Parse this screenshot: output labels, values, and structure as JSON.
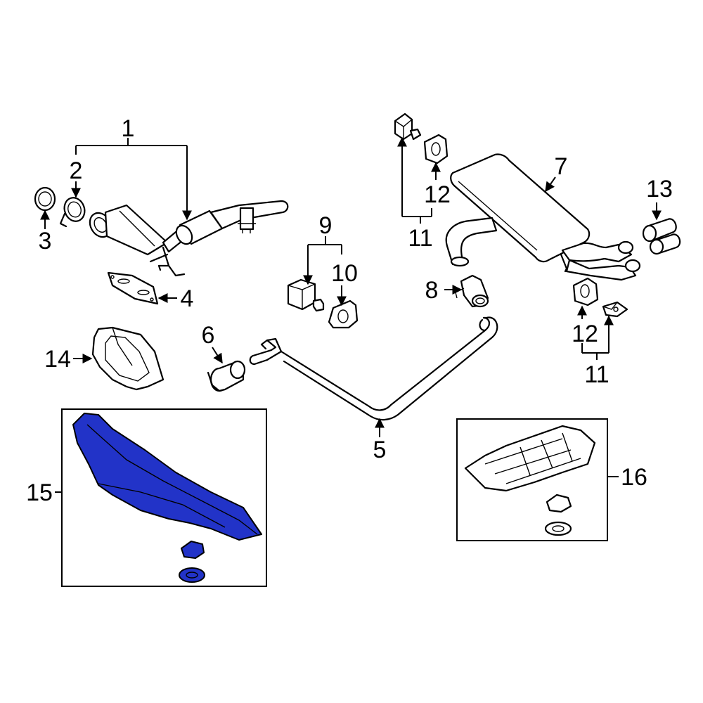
{
  "highlight_color": "#2233c8",
  "highlighted_part": "15",
  "callouts": {
    "c1": "1",
    "c2": "2",
    "c3": "3",
    "c4": "4",
    "c5": "5",
    "c6": "6",
    "c7": "7",
    "c8": "8",
    "c9": "9",
    "c10": "10",
    "c11a": "11",
    "c11b": "11",
    "c12a": "12",
    "c12b": "12",
    "c13": "13",
    "c14": "14",
    "c15": "15",
    "c16": "16"
  }
}
